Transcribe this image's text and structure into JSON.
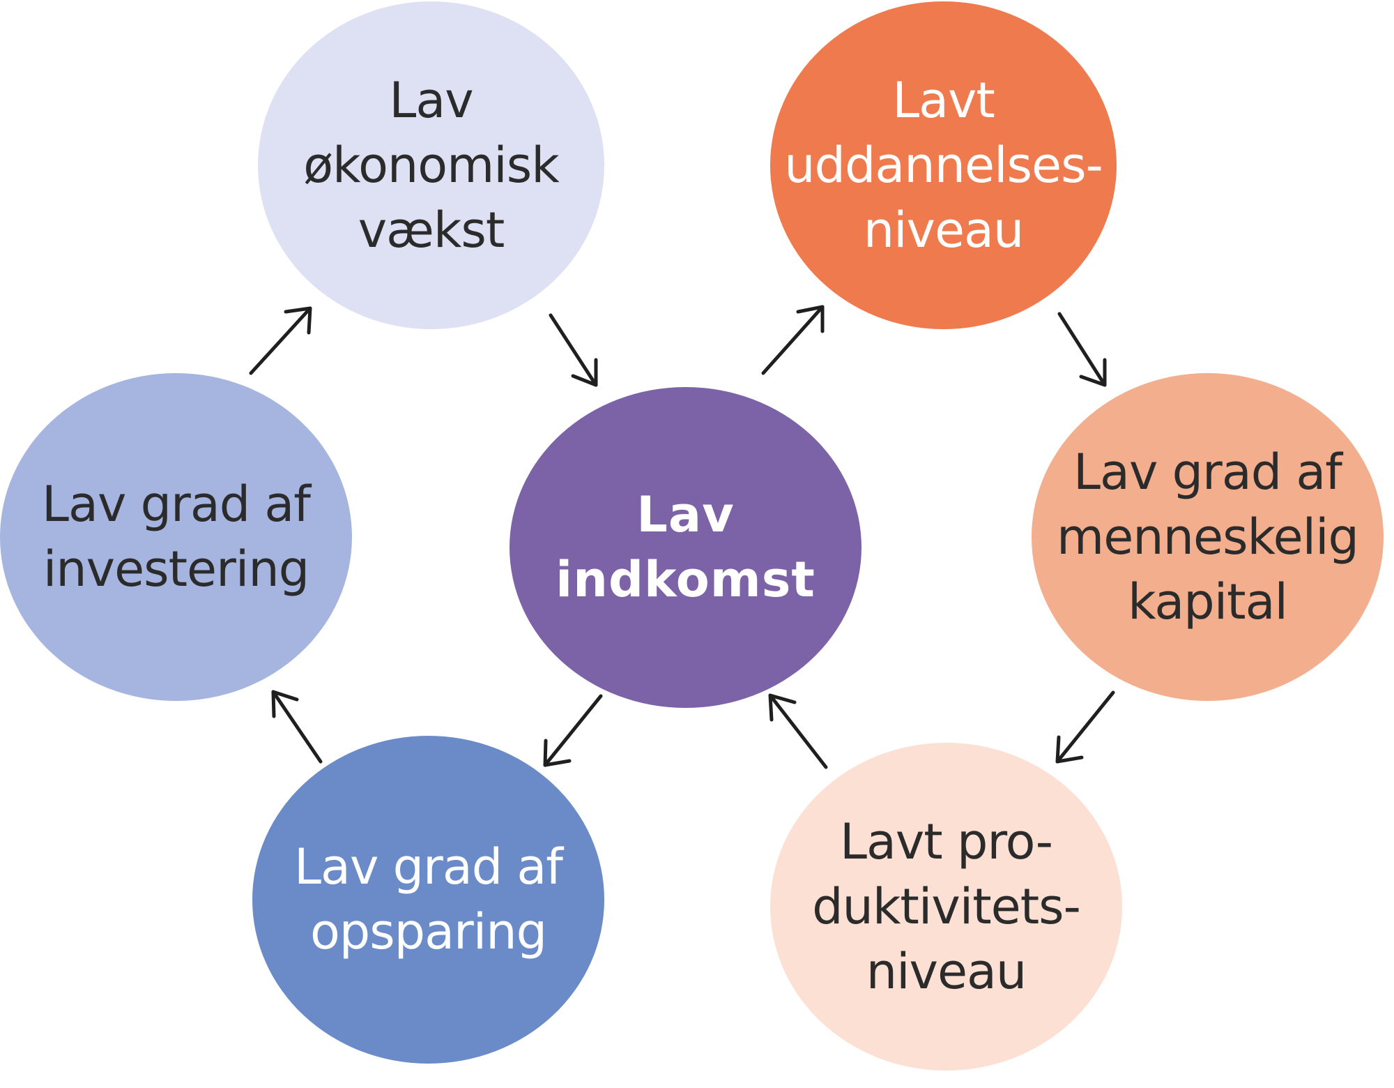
{
  "diagram": {
    "nodes": {
      "center": {
        "lines": [
          "Lav",
          "indkomst"
        ],
        "fill": "#7c63a8",
        "text_color": "#ffffff"
      },
      "top_left": {
        "lines": [
          "Lav",
          "økonomisk",
          "vækst"
        ],
        "fill": "#dde1f3",
        "text_color": "#2b2b2b"
      },
      "top_right": {
        "lines": [
          "Lavt",
          "uddannelses-",
          "niveau"
        ],
        "fill": "#ee7a4d",
        "text_color": "#ffffff"
      },
      "mid_left": {
        "lines": [
          "Lav grad af",
          "investering"
        ],
        "fill": "#a6b5df",
        "text_color": "#2b2b2b"
      },
      "mid_right": {
        "lines": [
          "Lav grad af",
          "menneskelig",
          "kapital"
        ],
        "fill": "#f3ae8d",
        "text_color": "#2b2b2b"
      },
      "bot_left": {
        "lines": [
          "Lav grad af",
          "opsparing"
        ],
        "fill": "#6a8bc8",
        "text_color": "#ffffff"
      },
      "bot_right": {
        "lines": [
          "Lavt pro-",
          "duktivitets-",
          "niveau"
        ],
        "fill": "#fbe0d3",
        "text_color": "#2b2b2b"
      }
    },
    "arrow_color": "#1f1f1f"
  }
}
